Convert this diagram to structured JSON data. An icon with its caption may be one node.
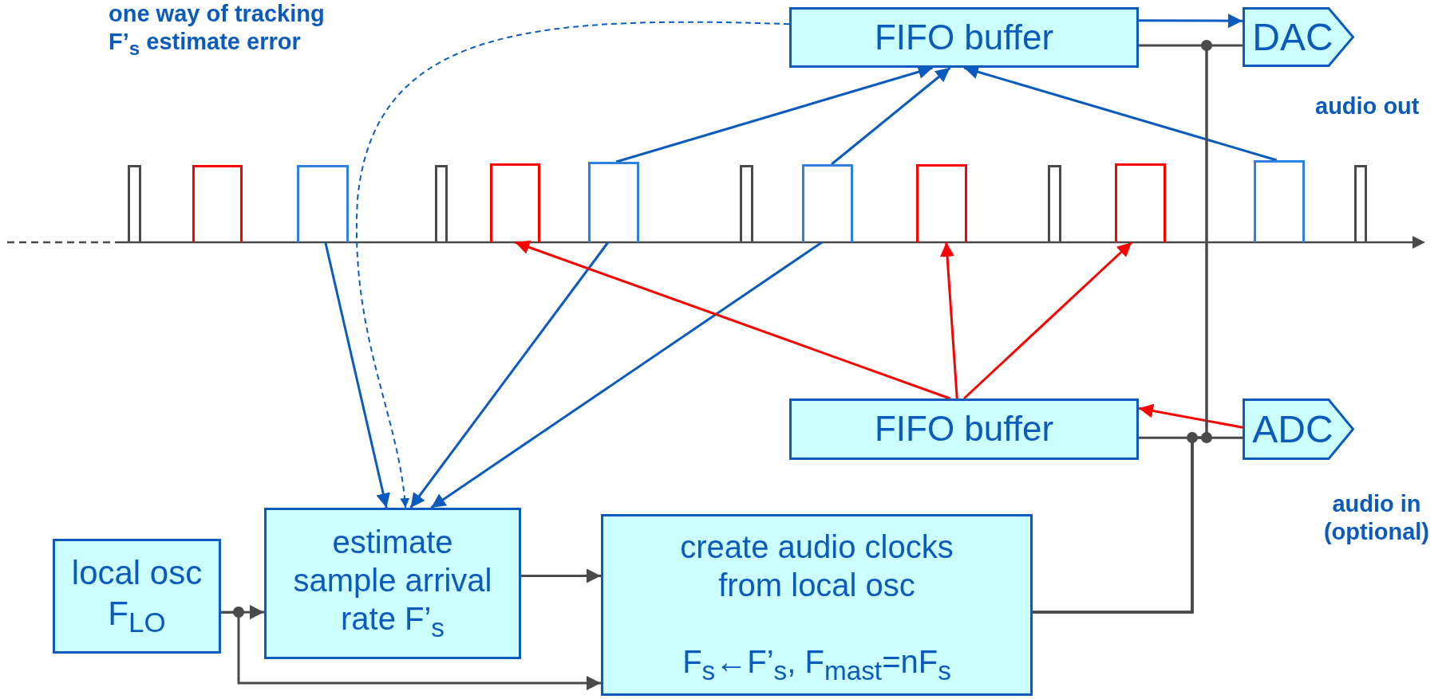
{
  "diagram": {
    "nodes": [
      {
        "text": [
          "FIFO buffer"
        ]
      },
      {
        "text": [
          "DAC"
        ]
      },
      {
        "text": [],
        "shape": "bar"
      },
      {
        "text": [],
        "shape": "bar"
      },
      {
        "text": [],
        "shape": "bar"
      },
      {
        "text": [],
        "shape": "bar"
      },
      {
        "text": [],
        "shape": "bar"
      },
      {
        "text": [],
        "shape": "bar"
      },
      {
        "text": [],
        "shape": "bar"
      },
      {
        "text": [],
        "shape": "bar"
      },
      {
        "text": [],
        "shape": "bar"
      },
      {
        "text": [],
        "shape": "bar"
      },
      {
        "text": [],
        "shape": "bar"
      },
      {
        "text": [],
        "shape": "bar"
      },
      {
        "text": [],
        "shape": "bar"
      },
      {
        "text": [
          "FIFO buffer"
        ]
      },
      {
        "text": [
          "ADC"
        ]
      },
      {
        "text": [
          "local osc F$_{LO}$"
        ]
      },
      {
        "text": [
          "estimate sample arrival rate F’$_{s}$"
        ]
      },
      {
        "text": [
          "create audio clocks from local osc",
          "F$_{s}$←F’$_{s}$, F$_{mast}$=nF$_{s}$"
        ]
      }
    ],
    "edges": [
      {
        "from": 0,
        "to": 1,
        "arrow": "to"
      },
      {
        "from": 7,
        "to": 0,
        "arrow": "to"
      },
      {
        "from": 9,
        "to": 0,
        "arrow": "to"
      },
      {
        "from": 13,
        "to": 0,
        "arrow": "to"
      },
      {
        "from": 0,
        "to": 18,
        "arrow": "to",
        "style": "dashed"
      },
      {
        "from": 4,
        "to": 18,
        "arrow": "to"
      },
      {
        "from": 7,
        "to": 18,
        "arrow": "to"
      },
      {
        "from": 9,
        "to": 18,
        "arrow": "to"
      },
      {
        "from": 16,
        "to": 15,
        "arrow": "to",
        "color": "#ff0000"
      },
      {
        "from": 15,
        "to": 6,
        "arrow": "to",
        "color": "#ff0000"
      },
      {
        "from": 15,
        "to": 10,
        "arrow": "to",
        "color": "#ff0000"
      },
      {
        "from": 15,
        "to": 12,
        "arrow": "to",
        "color": "#ff0000"
      },
      {
        "from": 17,
        "to": 18,
        "arrow": "to",
        "color": "#4a4a4a"
      },
      {
        "from": 17,
        "to": 19,
        "arrow": "to",
        "color": "#4a4a4a"
      },
      {
        "from": 18,
        "to": 19,
        "arrow": "to",
        "color": "#4a4a4a"
      },
      {
        "from": 19,
        "to": 0,
        "arrow": "none",
        "color": "#4a4a4a"
      },
      {
        "from": 19,
        "to": 1,
        "arrow": "none",
        "color": "#4a4a4a"
      },
      {
        "from": 19,
        "to": 15,
        "arrow": "none",
        "color": "#4a4a4a"
      },
      {
        "from": 19,
        "to": 16,
        "arrow": "none",
        "color": "#4a4a4a"
      }
    ],
    "labels": [
      "one way of tracking F’$_{s}$ estimate error",
      "audio out",
      "audio in (optional)"
    ]
  }
}
